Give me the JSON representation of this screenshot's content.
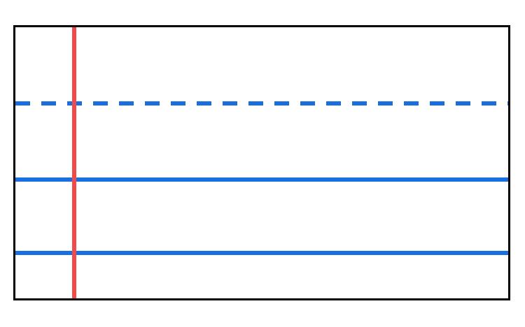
{
  "diagram": {
    "border_color": "#000000",
    "margin_line_color": "#f24a48",
    "guide_line_color": "#1a6fe0",
    "lines": [
      {
        "kind": "margin",
        "style": "solid",
        "orientation": "vertical"
      },
      {
        "kind": "midline",
        "style": "dashed",
        "orientation": "horizontal"
      },
      {
        "kind": "guide",
        "style": "solid",
        "orientation": "horizontal"
      },
      {
        "kind": "baseline",
        "style": "solid",
        "orientation": "horizontal"
      }
    ]
  }
}
